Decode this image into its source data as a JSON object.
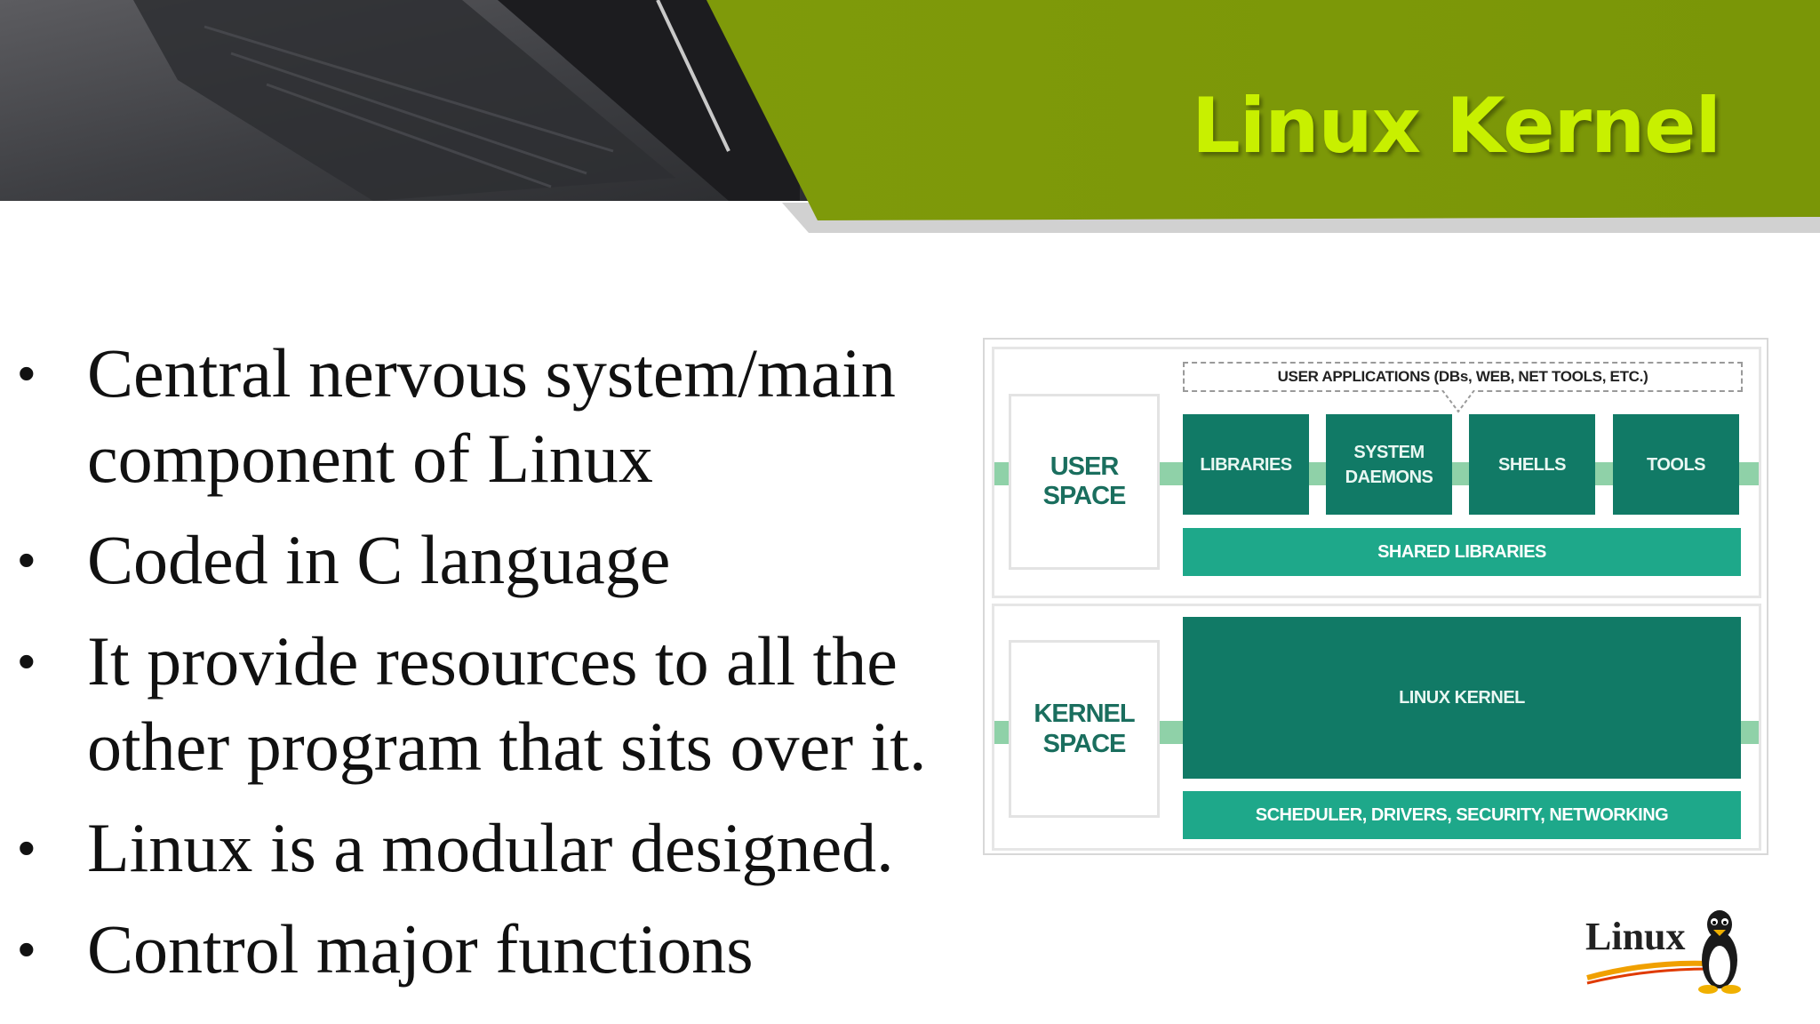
{
  "slide": {
    "title": "Linux Kernel",
    "colors": {
      "title": "#c8f000",
      "band": "#7a9a08",
      "teal": "#117a66",
      "green": "#1ea88a"
    }
  },
  "bullets": [
    {
      "text": "Central nervous system/main component of Linux"
    },
    {
      "text": "Coded in C language"
    },
    {
      "text": "It provide resources to all the other program that sits over it."
    },
    {
      "text": "Linux is a modular designed."
    },
    {
      "text": "Control major functions"
    }
  ],
  "bullet_glyph": "•",
  "diagram": {
    "apps_label": "USER APPLICATIONS (DBs, WEB, NET TOOLS, ETC.)",
    "user_space": "USER SPACE",
    "components": [
      "LIBRARIES",
      "SYSTEM DAEMONS",
      "SHELLS",
      "TOOLS"
    ],
    "shared_libraries": "SHARED LIBRARIES",
    "kernel_space": "KERNEL SPACE",
    "linux_kernel": "LINUX KERNEL",
    "kernel_services": "SCHEDULER, DRIVERS, SECURITY, NETWORKING"
  },
  "logo": {
    "text": "Linux",
    "icon": "tux-penguin-icon"
  }
}
